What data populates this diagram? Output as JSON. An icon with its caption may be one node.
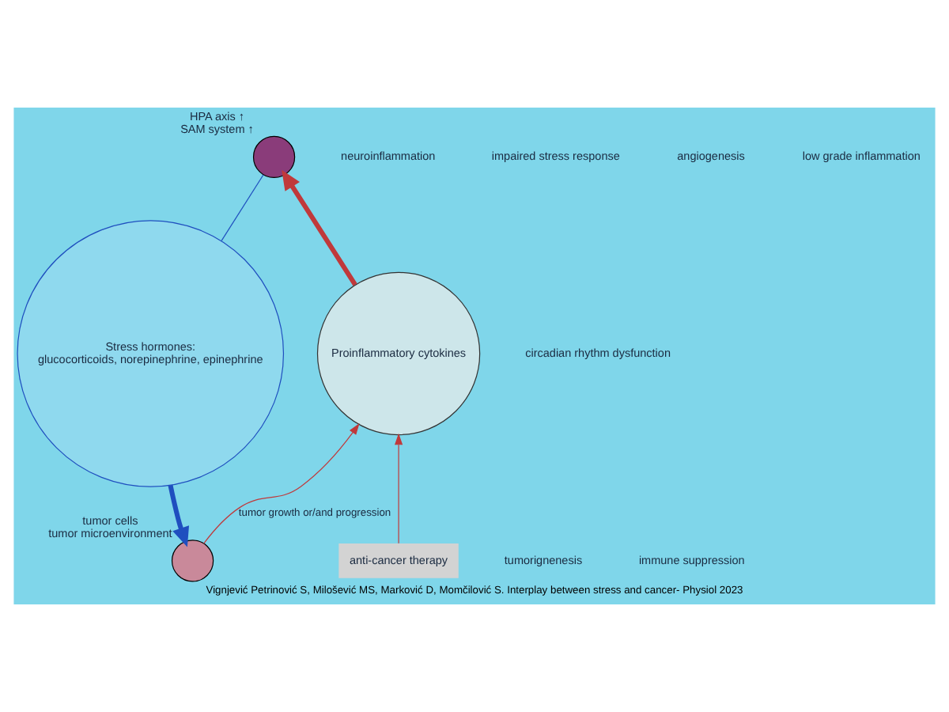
{
  "diagram": {
    "caption": "Vignjević Petrinović S, Milošević MS, Marković D, Momčilović S. Interplay between stress and cancer- Physiol 2023",
    "nodes": [
      {
        "text": [],
        "shape": "circle",
        "beside": [
          "HPA axis ↑",
          "SAM system ↑"
        ]
      },
      {
        "text": [
          "Stress hormones:",
          "glucocorticoids, norepinephrine, epinephrine"
        ]
      },
      {
        "text": [],
        "shape": "circle",
        "beside": [
          "tumor cells",
          "tumor microenvironment"
        ]
      },
      {
        "text": [
          "Proinflammatory cytokines"
        ]
      },
      {
        "text": [
          "anti-cancer therapy"
        ]
      }
    ],
    "edges": [
      {
        "from": 0,
        "to": 1,
        "arrow": "none",
        "color": "#1f4fbf"
      },
      {
        "from": 1,
        "to": 2,
        "arrow": "to",
        "style": "thick",
        "color": "#1f4fbf"
      },
      {
        "from": 2,
        "to": 3,
        "arrow": "to",
        "label": "tumor growth or/and progression"
      },
      {
        "from": 3,
        "to": 0,
        "arrow": "to",
        "style": "thick"
      },
      {
        "from": 4,
        "to": 3,
        "arrow": "to"
      }
    ],
    "labels": [
      "neuroinflammation",
      "impaired stress response",
      "circadian rhythm dysfunction",
      "tumorignenesis",
      "immune suppression",
      "angiogenesis",
      "low grade inflammation"
    ]
  }
}
